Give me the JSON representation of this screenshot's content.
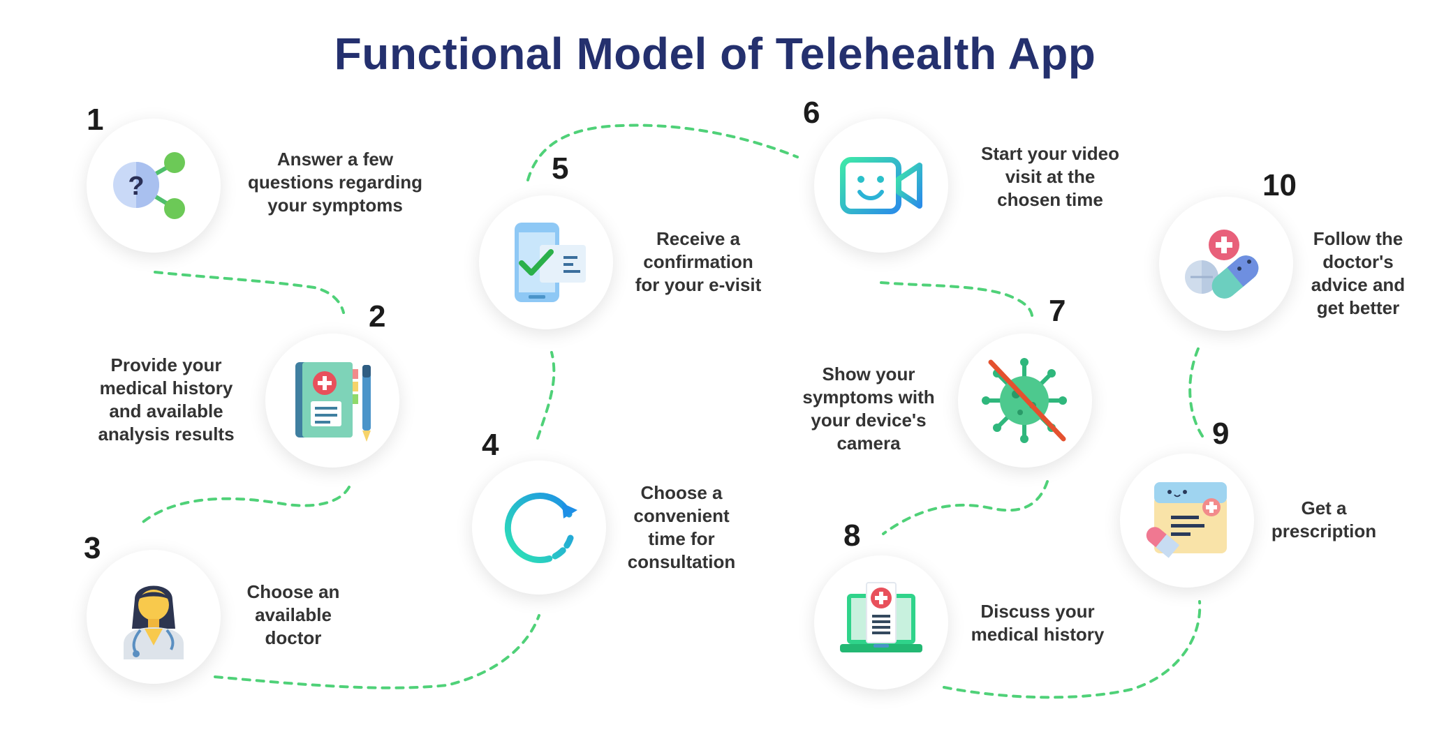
{
  "title": "Functional Model of Telehealth App",
  "colors": {
    "title": "#24306e",
    "connector": "#4fd178",
    "text": "#333333"
  },
  "steps": [
    {
      "number": "1",
      "line1": "Answer a few",
      "line2": "questions regarding",
      "line3": "your symptoms",
      "line4": "",
      "icon": "share-question-icon"
    },
    {
      "number": "2",
      "line1": "Provide your",
      "line2": "medical history",
      "line3": "and available",
      "line4": "analysis results",
      "icon": "medical-book-pen-icon"
    },
    {
      "number": "3",
      "line1": "Choose an",
      "line2": "available",
      "line3": "doctor",
      "line4": "",
      "icon": "doctor-icon"
    },
    {
      "number": "4",
      "line1": "Choose a",
      "line2": "convenient",
      "line3": "time for",
      "line4": "consultation",
      "icon": "clock-icon"
    },
    {
      "number": "5",
      "line1": "Receive a",
      "line2": "confirmation",
      "line3": "for your e-visit",
      "line4": "",
      "icon": "phone-checkmark-icon"
    },
    {
      "number": "6",
      "line1": "Start your video",
      "line2": "visit at the",
      "line3": "chosen time",
      "line4": "",
      "icon": "video-camera-icon"
    },
    {
      "number": "7",
      "line1": "Show your",
      "line2": "symptoms with",
      "line3": "your device's",
      "line4": "camera",
      "icon": "virus-crossed-icon"
    },
    {
      "number": "8",
      "line1": "Discuss your",
      "line2": "medical history",
      "line3": "",
      "line4": "",
      "icon": "laptop-medical-icon"
    },
    {
      "number": "9",
      "line1": "Get a",
      "line2": "prescription",
      "line3": "",
      "line4": "",
      "icon": "prescription-pill-icon"
    },
    {
      "number": "10",
      "line1": "Follow the",
      "line2": "doctor's",
      "line3": "advice and",
      "line4": "get better",
      "icon": "medicine-pills-icon"
    }
  ]
}
